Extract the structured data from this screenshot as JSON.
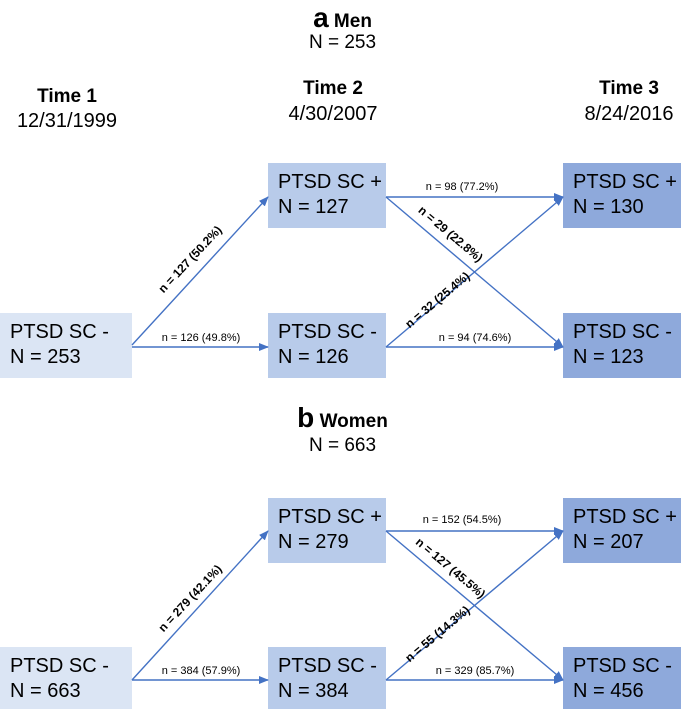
{
  "times": [
    {
      "label": "Time 1",
      "date": "12/31/1999"
    },
    {
      "label": "Time 2",
      "date": "4/30/2007"
    },
    {
      "label": "Time 3",
      "date": "8/24/2016"
    }
  ],
  "panels": [
    {
      "letter": "a",
      "name": "Men",
      "total": "N = 253",
      "boxes": {
        "t1": {
          "label": "PTSD SC -",
          "n": "N = 253"
        },
        "t2_pos": {
          "label": "PTSD SC +",
          "n": "N = 127"
        },
        "t2_neg": {
          "label": "PTSD SC -",
          "n": "N = 126"
        },
        "t3_pos": {
          "label": "PTSD SC +",
          "n": "N = 130"
        },
        "t3_neg": {
          "label": "PTSD SC -",
          "n": "N = 123"
        }
      },
      "flows": {
        "t1_to_pos": "n = 127 (50.2%)",
        "t1_to_neg": "n = 126 (49.8%)",
        "pos_to_pos": "n = 98  (77.2%)",
        "pos_to_neg": "n = 29 (22.8%)",
        "neg_to_pos": "n = 32 (25.4%)",
        "neg_to_neg": "n = 94 (74.6%)"
      }
    },
    {
      "letter": "b",
      "name": "Women",
      "total": "N = 663",
      "boxes": {
        "t1": {
          "label": "PTSD SC -",
          "n": "N = 663"
        },
        "t2_pos": {
          "label": "PTSD SC +",
          "n": "N = 279"
        },
        "t2_neg": {
          "label": "PTSD SC -",
          "n": "N = 384"
        },
        "t3_pos": {
          "label": "PTSD SC +",
          "n": "N = 207"
        },
        "t3_neg": {
          "label": "PTSD SC -",
          "n": "N = 456"
        }
      },
      "flows": {
        "t1_to_pos": "n = 279 (42.1%)",
        "t1_to_neg": "n = 384 (57.9%)",
        "pos_to_pos": "n = 152 (54.5%)",
        "pos_to_neg": "n = 127 (45.5%)",
        "neg_to_pos": "n = 55 (14.3%)",
        "neg_to_neg": "n = 329 (85.7%)"
      }
    }
  ],
  "colors": {
    "time1_box": "#dbe5f4",
    "time2_box": "#b8cbea",
    "time3_box": "#8ea9db",
    "arrow": "#4472c4"
  }
}
